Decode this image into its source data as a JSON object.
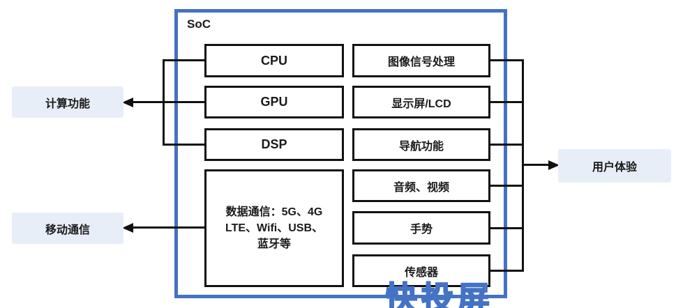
{
  "soc": {
    "label": "SoC"
  },
  "left_blocks": [
    {
      "label": "CPU"
    },
    {
      "label": "GPU"
    },
    {
      "label": "DSP"
    }
  ],
  "datacomm": {
    "line1": "数据通信：5G、4G",
    "line2": "LTE、Wifi、USB、",
    "line3": "蓝牙等"
  },
  "right_blocks": [
    {
      "label": "图像信号处理"
    },
    {
      "label": "显示屏/LCD"
    },
    {
      "label": "导航功能"
    },
    {
      "label": "音频、视频"
    },
    {
      "label": "手势"
    },
    {
      "label": "传感器"
    }
  ],
  "external_labels": {
    "computing": "计算功能",
    "mobile": "移动通信",
    "user_experience": "用户体验"
  },
  "watermark": {
    "text": "快投屏"
  },
  "colors": {
    "soc_border": "#4472c4",
    "block_border": "#111111",
    "ext_label_bg": "#e8eef7"
  }
}
